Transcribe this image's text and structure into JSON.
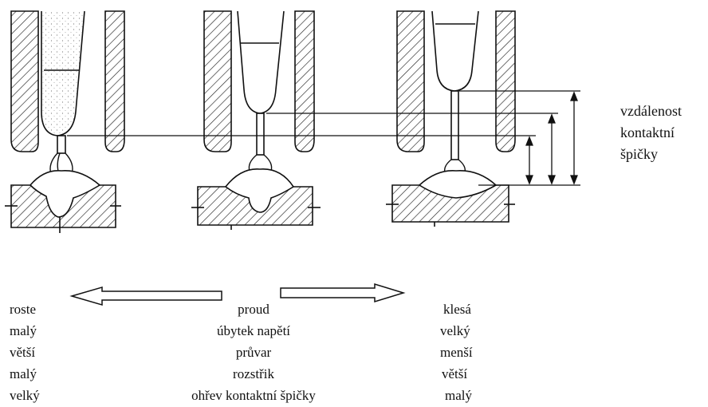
{
  "distance_label": [
    "vzdálenost",
    "kontaktní",
    "špičky"
  ],
  "parameters": [
    {
      "left": "roste",
      "center": "proud",
      "right": "klesá"
    },
    {
      "left": "malý",
      "center": "úbytek napětí",
      "right": "velký"
    },
    {
      "left": "větší",
      "center": "průvar",
      "right": "menší"
    },
    {
      "left": "malý",
      "center": "rozstřik",
      "right": "větší"
    },
    {
      "left": "velký",
      "center": "ohřev kontaktní špičky",
      "right": "malý"
    }
  ]
}
